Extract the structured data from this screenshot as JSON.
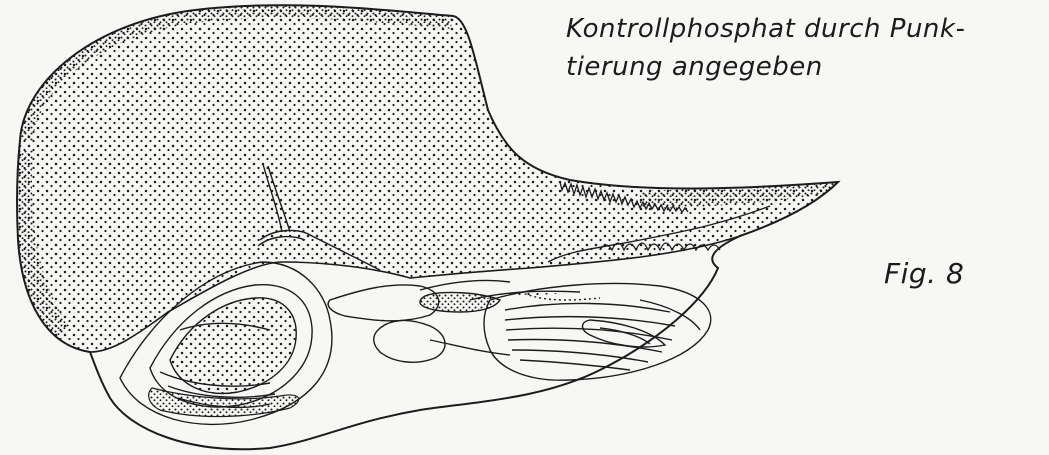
{
  "caption": {
    "line1": "Kontrollphosphat durch Punk-",
    "line2": "tierung angegeben"
  },
  "figure_label": "Fig. 8",
  "colors": {
    "background": "#f7f7f5",
    "ink": "#1c1c1c"
  }
}
